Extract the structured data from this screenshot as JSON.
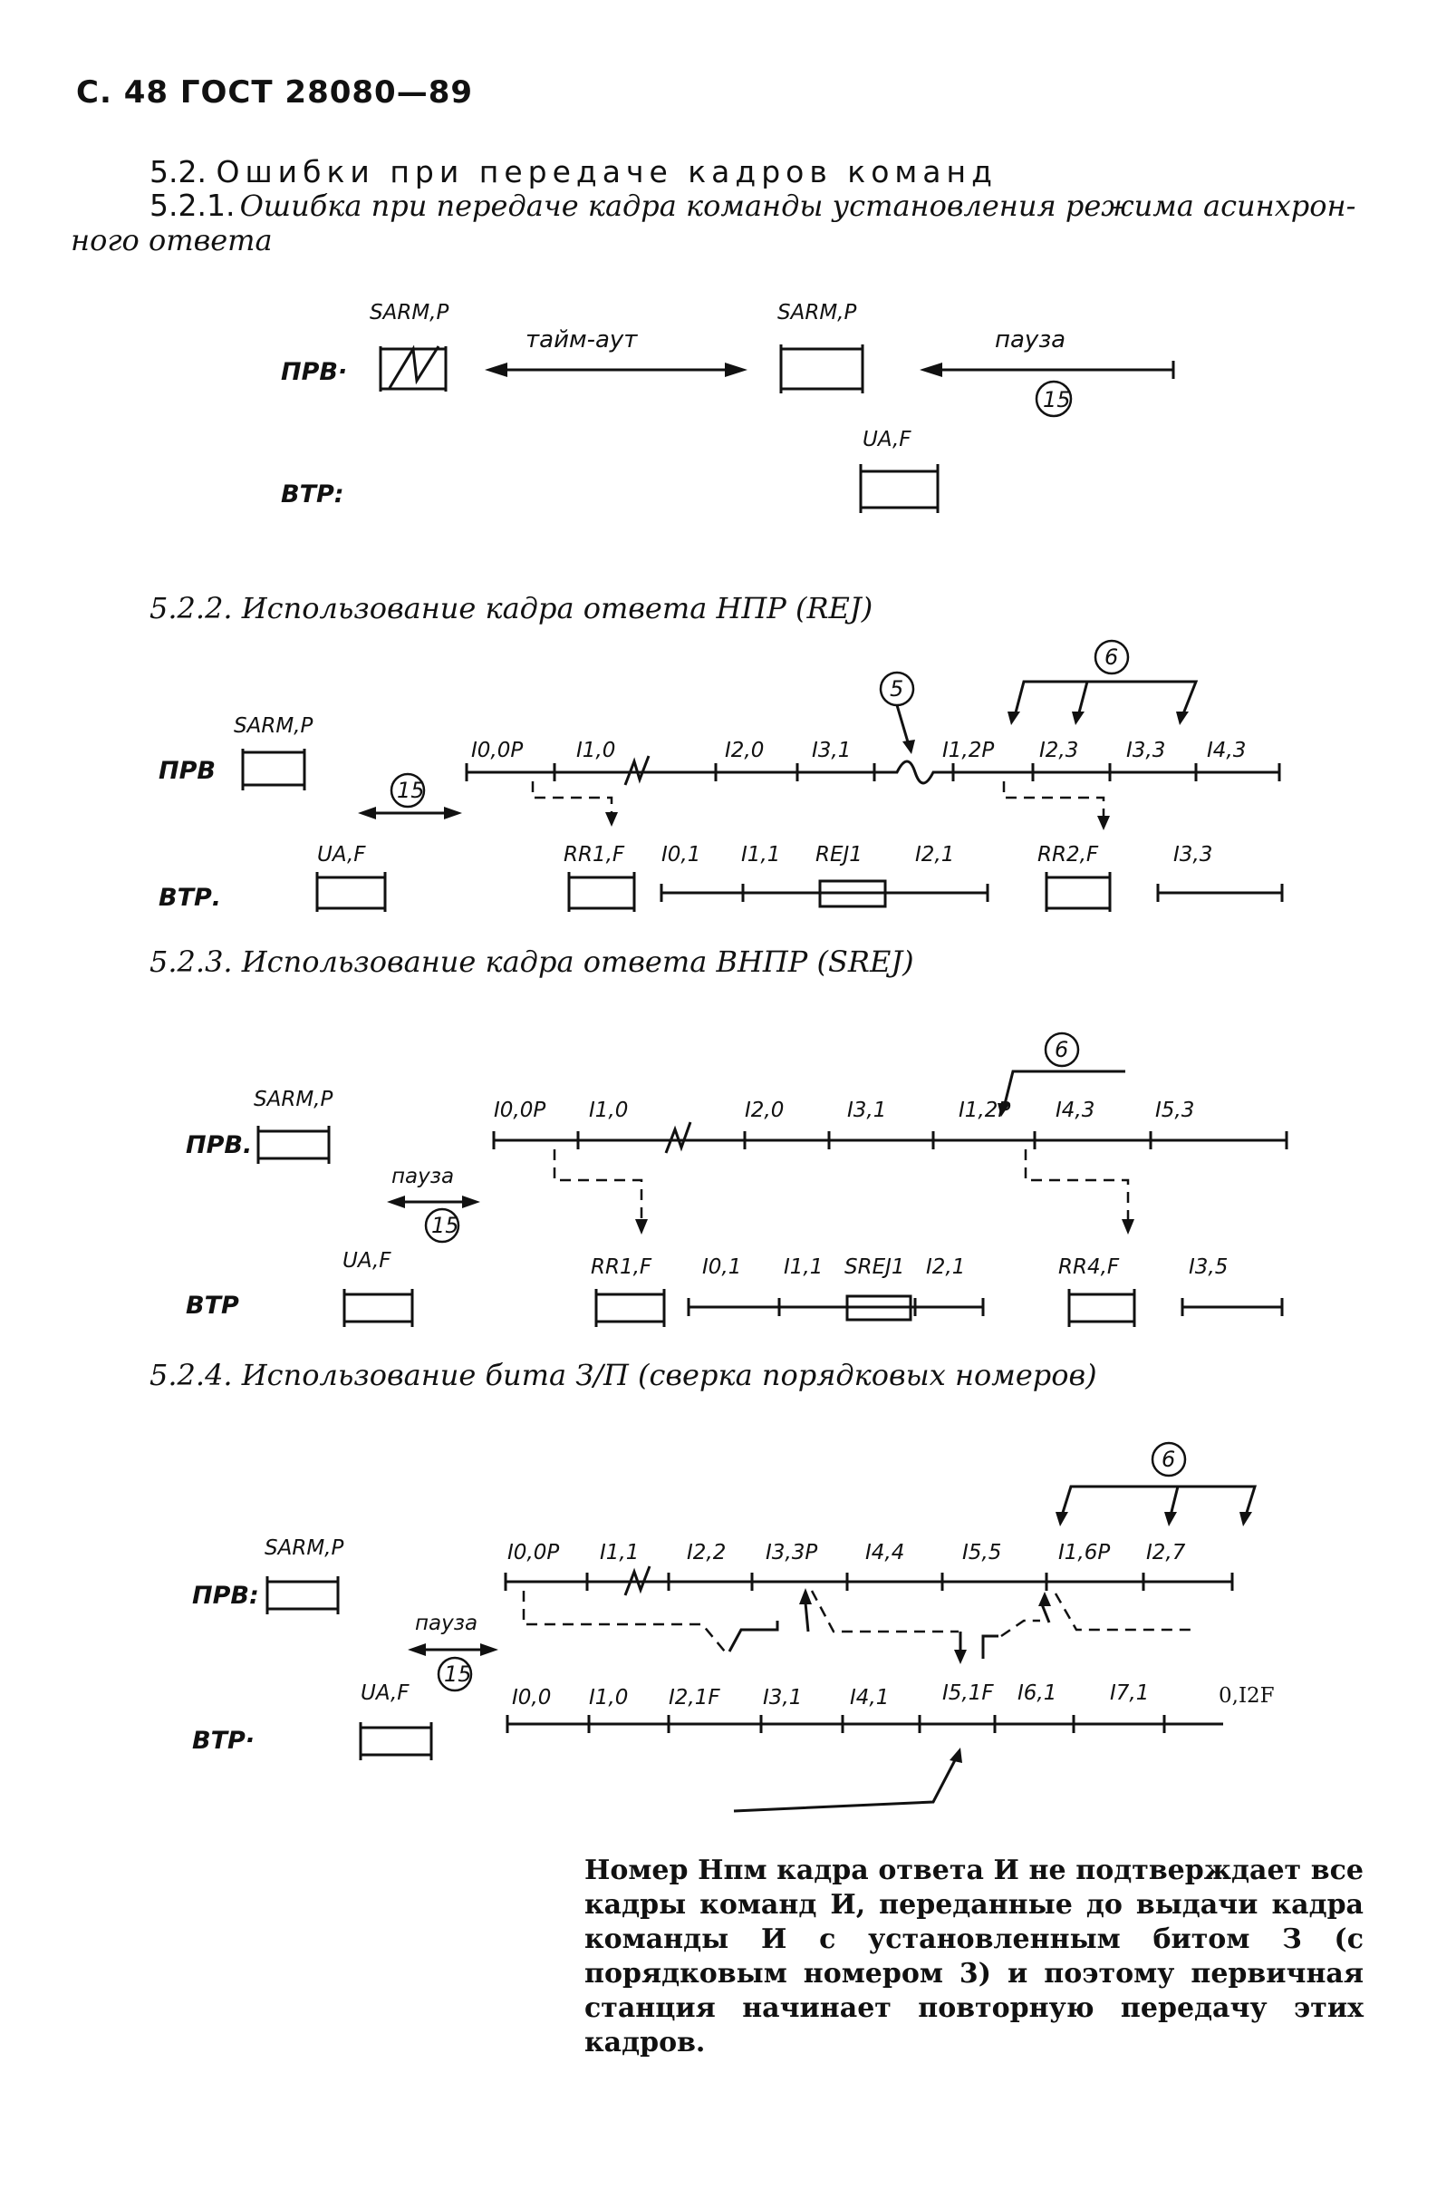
{
  "header": "С. 48 ГОСТ 28080—89",
  "s52": {
    "num": "5.2.",
    "title": "Ошибки при передаче кадров команд"
  },
  "s521": {
    "num": "5.2.1.",
    "title_line1": "Ошибка при передаче кадра команды установления режима асинхрон-",
    "title_line2": "ного ответа"
  },
  "d1": {
    "prv": "ПРВ·",
    "vtr": "ВТР:",
    "sarm1": "SARM,P",
    "timeout": "тайм-аут",
    "sarm2": "SARM,P",
    "pause": "пауза",
    "circle15": "15",
    "ua": "UA,F"
  },
  "s522": {
    "title": "5.2.2. Использование кадра ответа НПР (REJ)"
  },
  "d2": {
    "prv": "ПРВ",
    "vtr": "ВТР.",
    "sarm": "SARM,P",
    "ua": "UA,F",
    "c15": "15",
    "c5": "5",
    "c6": "6",
    "top": [
      "I0,0P",
      "I1,0",
      "I2,0",
      "I3,1",
      "I1,2P",
      "I2,3",
      "I3,3",
      "I4,3"
    ],
    "bot": [
      "RR1,F",
      "I0,1",
      "I1,1",
      "REJ1",
      "I2,1",
      "RR2,F",
      "I3,3"
    ]
  },
  "s523": {
    "title": "5.2.3. Использование кадра ответа ВНПР (SREJ)"
  },
  "d3": {
    "prv": "ПРВ.",
    "vtr": "ВТР",
    "sarm": "SARM,P",
    "ua": "UA,F",
    "pause": "пауза",
    "c15": "15",
    "c6": "6",
    "top": [
      "I0,0P",
      "I1,0",
      "I2,0",
      "I3,1",
      "I1,2P",
      "I4,3",
      "I5,3"
    ],
    "bot": [
      "RR1,F",
      "I0,1",
      "I1,1",
      "SREJ1",
      "I2,1",
      "RR4,F",
      "I3,5"
    ]
  },
  "s524": {
    "title": "5.2.4. Использование бита З/П (сверка порядковых номеров)"
  },
  "d4": {
    "prv": "ПРВ:",
    "vtr": "ВТР·",
    "sarm": "SARM,P",
    "ua": "UA,F",
    "pause": "пауза",
    "c15": "15",
    "c6": "6",
    "top": [
      "I0,0P",
      "I1,1",
      "I2,2",
      "I3,3P",
      "I4,4",
      "I5,5",
      "I1,6P",
      "I2,7"
    ],
    "bot": [
      "I0,0",
      "I1,0",
      "I2,1F",
      "I3,1",
      "I4,1",
      "I5,1F",
      "I6,1",
      "I7,1",
      "0,I2F"
    ]
  },
  "note": "Номер Hпм кадра ответа И не подтверждает все кадры команд И, переданные до выдачи кадра команды И с установленным битом З (с порядковым номером 3) и поэтому первичная станция начинает повторную передачу этих кадров."
}
